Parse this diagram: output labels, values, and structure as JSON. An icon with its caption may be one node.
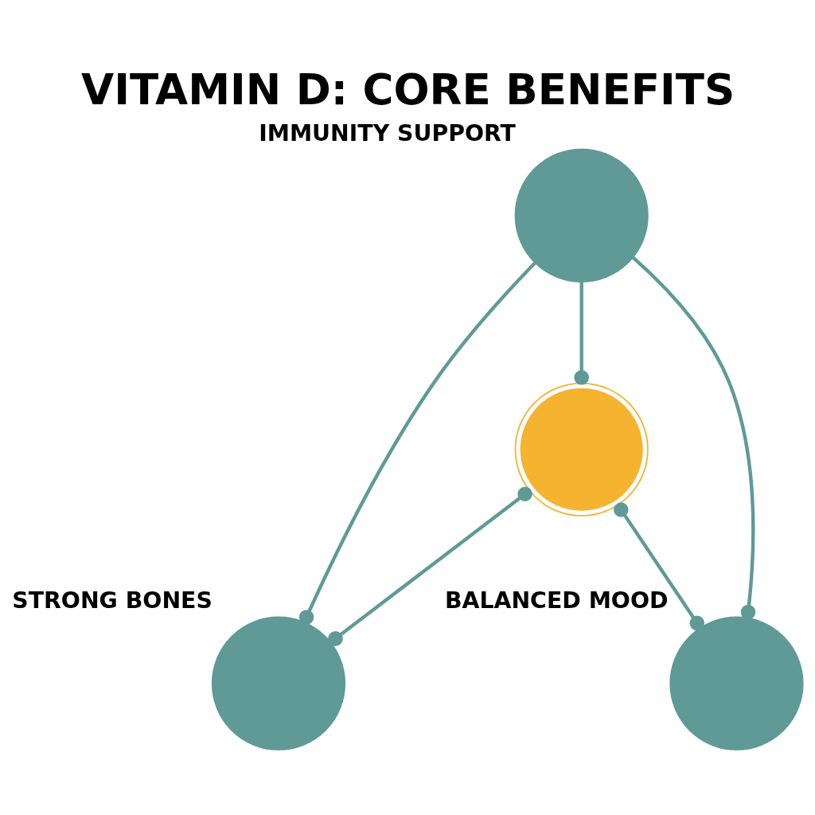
{
  "diagram": {
    "title": "VITAMIN D: CORE BENEFITS",
    "nodes": [
      {
        "text": [
          "IMMUNITY SUPPORT"
        ]
      },
      {
        "text": [],
        "shape": "circle"
      },
      {
        "text": [
          "STRONG BONES"
        ]
      },
      {
        "text": [
          "BALANCED MOOD"
        ]
      }
    ],
    "edges": [
      {
        "from": 0,
        "to": 1,
        "arrow": "other"
      },
      {
        "from": 0,
        "to": 2,
        "arrow": "other"
      },
      {
        "from": 0,
        "to": 3,
        "arrow": "other"
      },
      {
        "from": 1,
        "to": 2,
        "arrow": "other"
      },
      {
        "from": 1,
        "to": 3,
        "arrow": "other"
      }
    ]
  }
}
